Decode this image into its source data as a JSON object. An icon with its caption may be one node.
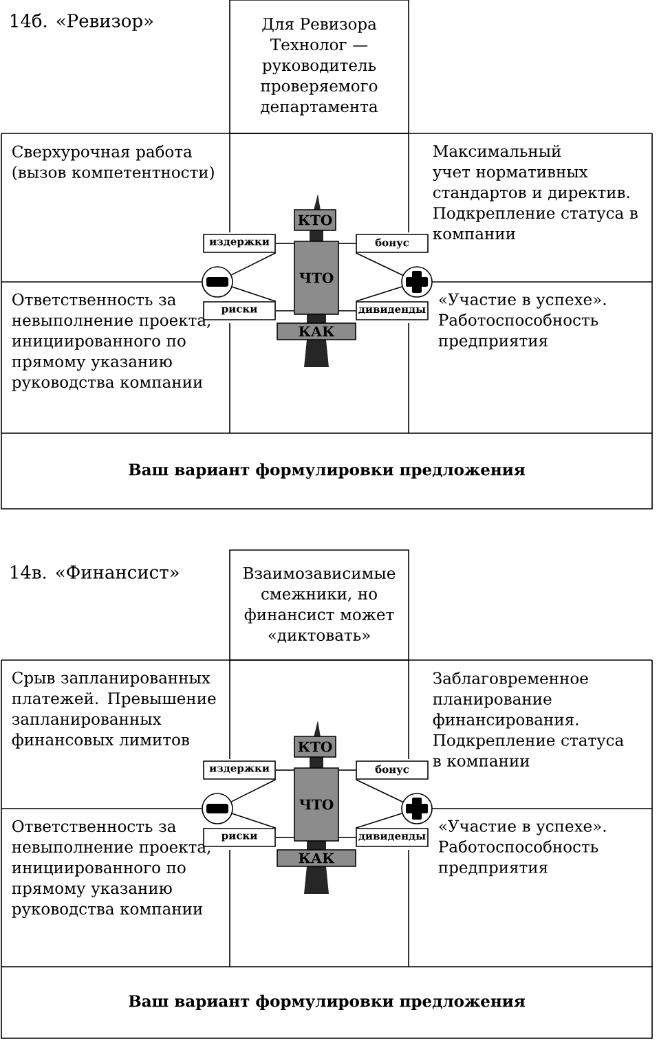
{
  "diagram": {
    "nodes": [
      {
        "text": [
          "Для Ревизора Технолог — руководитель проверяемого департамента"
        ]
      },
      {
        "text": [
          "Сверхурочная работа (вызов компетентности)"
        ]
      },
      {
        "text": [
          "Максимальный учет нормативных стандартов и директив. Подкрепление статуса в компании"
        ]
      },
      {
        "text": [
          "КТО"
        ]
      },
      {
        "text": [
          "издержки"
        ]
      },
      {
        "text": [
          "бонус"
        ]
      },
      {
        "text": [],
        "shape": "circle"
      },
      {
        "text": [
          "ЧТО"
        ]
      },
      {
        "text": [],
        "shape": "circle"
      },
      {
        "text": [
          "риски"
        ]
      },
      {
        "text": [
          "дивиденды"
        ]
      },
      {
        "text": [
          "КАК"
        ]
      },
      {
        "text": [
          "Ответственность за невыполнение проекта, инициированного по прямому указанию руководства компании"
        ]
      },
      {
        "text": [
          "«Участие в успехе». Работоспособность предприятия"
        ]
      },
      {
        "text": [
          "Ваш вариант формулировки предложения"
        ]
      },
      {
        "text": [
          "Взаимозависимые смежники, но финансист может «диктовать»"
        ]
      },
      {
        "text": [
          "Срыв запланированных платежей. Превышение запланированных финансовых лимитов"
        ]
      },
      {
        "text": [
          "Заблаговременное планирование финансирования. Подкрепление статуса в компании"
        ]
      },
      {
        "text": [
          "КТО"
        ]
      },
      {
        "text": [
          "издержки"
        ]
      },
      {
        "text": [
          "бонус"
        ]
      },
      {
        "text": [],
        "shape": "circle"
      },
      {
        "text": [
          "ЧТО"
        ]
      },
      {
        "text": [],
        "shape": "circle"
      },
      {
        "text": [
          "риски"
        ]
      },
      {
        "text": [
          "дивиденды"
        ]
      },
      {
        "text": [
          "КАК"
        ]
      },
      {
        "text": [
          "Ответственность за невыполнение проекта, инициированного по прямому указанию руководства компании"
        ]
      },
      {
        "text": [
          "«Участие в успехе». Работоспособность предприятия"
        ]
      },
      {
        "text": [
          "Ваш вариант формулировки предложения"
        ]
      }
    ],
    "edges": [
      {
        "from": 4,
        "to": 7,
        "arrow": "none"
      },
      {
        "from": 5,
        "to": 7,
        "arrow": "none"
      },
      {
        "from": 9,
        "to": 7,
        "arrow": "none"
      },
      {
        "from": 10,
        "to": 7,
        "arrow": "none"
      },
      {
        "from": 6,
        "to": 4,
        "arrow": "none"
      },
      {
        "from": 6,
        "to": 9,
        "arrow": "none"
      },
      {
        "from": 8,
        "to": 5,
        "arrow": "none"
      },
      {
        "from": 8,
        "to": 10,
        "arrow": "none"
      },
      {
        "from": 19,
        "to": 22,
        "arrow": "none"
      },
      {
        "from": 20,
        "to": 22,
        "arrow": "none"
      },
      {
        "from": 24,
        "to": 22,
        "arrow": "none"
      },
      {
        "from": 25,
        "to": 22,
        "arrow": "none"
      },
      {
        "from": 21,
        "to": 19,
        "arrow": "none"
      },
      {
        "from": 21,
        "to": 24,
        "arrow": "none"
      },
      {
        "from": 23,
        "to": 20,
        "arrow": "none"
      },
      {
        "from": 23,
        "to": 25,
        "arrow": "none"
      }
    ],
    "labels": [
      "14б. «Ревизор»",
      "14в. «Финансист»"
    ]
  }
}
